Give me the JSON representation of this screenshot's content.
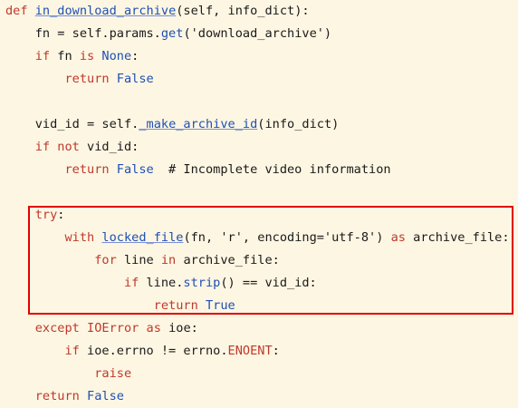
{
  "code": {
    "lines": [
      {
        "tokens": [
          {
            "t": "kw",
            "v": "def "
          },
          {
            "t": "fn",
            "v": "in_download_archive"
          },
          {
            "t": "plain",
            "v": "(self, info_dict):"
          }
        ]
      },
      {
        "tokens": [
          {
            "t": "plain",
            "v": "    fn = self.params."
          },
          {
            "t": "builtin",
            "v": "get"
          },
          {
            "t": "plain",
            "v": "('download_archive')"
          }
        ]
      },
      {
        "tokens": [
          {
            "t": "kw",
            "v": "    if "
          },
          {
            "t": "plain",
            "v": "fn "
          },
          {
            "t": "kw",
            "v": "is "
          },
          {
            "t": "const",
            "v": "None"
          },
          {
            "t": "plain",
            "v": ":"
          }
        ]
      },
      {
        "tokens": [
          {
            "t": "kw",
            "v": "        return "
          },
          {
            "t": "const",
            "v": "False"
          }
        ]
      },
      {
        "tokens": []
      },
      {
        "tokens": [
          {
            "t": "plain",
            "v": "    vid_id = self."
          },
          {
            "t": "fn",
            "v": "_make_archive_id"
          },
          {
            "t": "plain",
            "v": "(info_dict)"
          }
        ]
      },
      {
        "tokens": [
          {
            "t": "kw",
            "v": "    if not "
          },
          {
            "t": "plain",
            "v": "vid_id:"
          }
        ]
      },
      {
        "tokens": [
          {
            "t": "kw",
            "v": "        return "
          },
          {
            "t": "const",
            "v": "False"
          },
          {
            "t": "cmt",
            "v": "  # Incomplete video information"
          }
        ]
      },
      {
        "tokens": []
      },
      {
        "tokens": [
          {
            "t": "kw",
            "v": "    try"
          },
          {
            "t": "plain",
            "v": ":"
          }
        ]
      },
      {
        "tokens": [
          {
            "t": "kw",
            "v": "        with "
          },
          {
            "t": "fn",
            "v": "locked_file"
          },
          {
            "t": "plain",
            "v": "(fn, 'r', encoding='utf-8') "
          },
          {
            "t": "kw",
            "v": "as "
          },
          {
            "t": "plain",
            "v": "archive_file:"
          }
        ]
      },
      {
        "tokens": [
          {
            "t": "kw",
            "v": "            for "
          },
          {
            "t": "plain",
            "v": "line "
          },
          {
            "t": "kw",
            "v": "in "
          },
          {
            "t": "plain",
            "v": "archive_file:"
          }
        ]
      },
      {
        "tokens": [
          {
            "t": "kw",
            "v": "                if "
          },
          {
            "t": "plain",
            "v": "line."
          },
          {
            "t": "builtin",
            "v": "strip"
          },
          {
            "t": "plain",
            "v": "() == vid_id:"
          }
        ]
      },
      {
        "tokens": [
          {
            "t": "kw",
            "v": "                    return "
          },
          {
            "t": "const",
            "v": "True"
          }
        ]
      },
      {
        "tokens": [
          {
            "t": "kw",
            "v": "    except "
          },
          {
            "t": "err",
            "v": "IOError "
          },
          {
            "t": "kw",
            "v": "as "
          },
          {
            "t": "plain",
            "v": "ioe:"
          }
        ]
      },
      {
        "tokens": [
          {
            "t": "kw",
            "v": "        if "
          },
          {
            "t": "plain",
            "v": "ioe.errno != errno."
          },
          {
            "t": "err",
            "v": "ENOENT"
          },
          {
            "t": "plain",
            "v": ":"
          }
        ]
      },
      {
        "tokens": [
          {
            "t": "kw",
            "v": "            raise"
          }
        ]
      },
      {
        "tokens": [
          {
            "t": "kw",
            "v": "    return "
          },
          {
            "t": "const",
            "v": "False"
          }
        ]
      }
    ]
  },
  "highlight": {
    "color": "#e00000",
    "first_line_index": 9,
    "last_line_index": 13
  }
}
